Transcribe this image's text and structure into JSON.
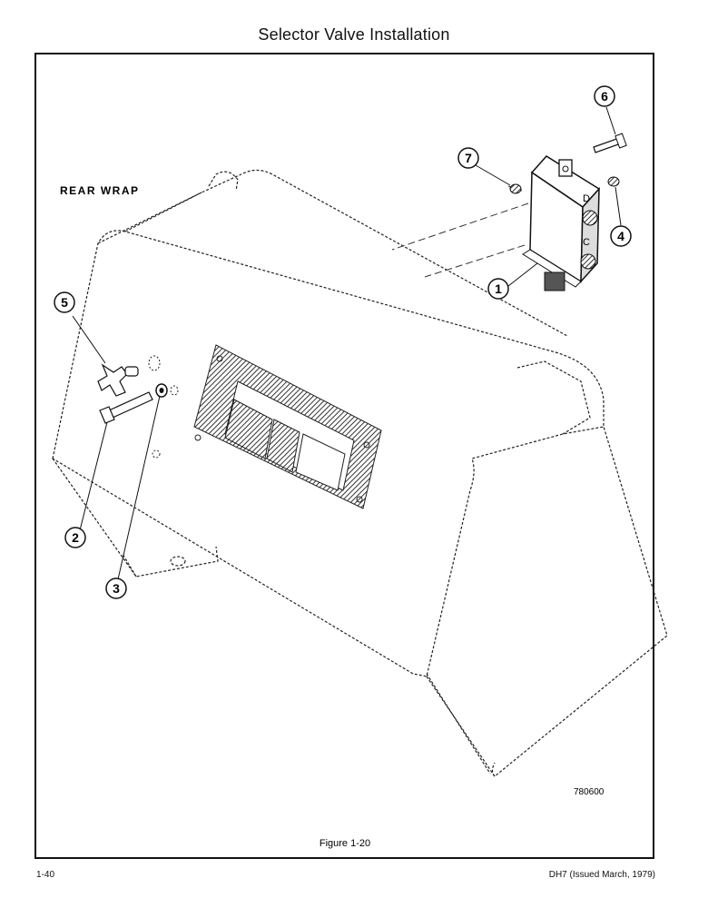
{
  "page": {
    "title": "Selector Valve Installation",
    "page_number": "1-40",
    "doc_ref": "DH7 (Issued March, 1979)"
  },
  "figure": {
    "label": "REAR WRAP",
    "caption": "Figure 1-20",
    "drawing_number": "780600",
    "valve_port_letters": [
      "D",
      "C"
    ],
    "callouts": [
      {
        "id": "1"
      },
      {
        "id": "2"
      },
      {
        "id": "3"
      },
      {
        "id": "4"
      },
      {
        "id": "5"
      },
      {
        "id": "6"
      },
      {
        "id": "7"
      }
    ]
  }
}
